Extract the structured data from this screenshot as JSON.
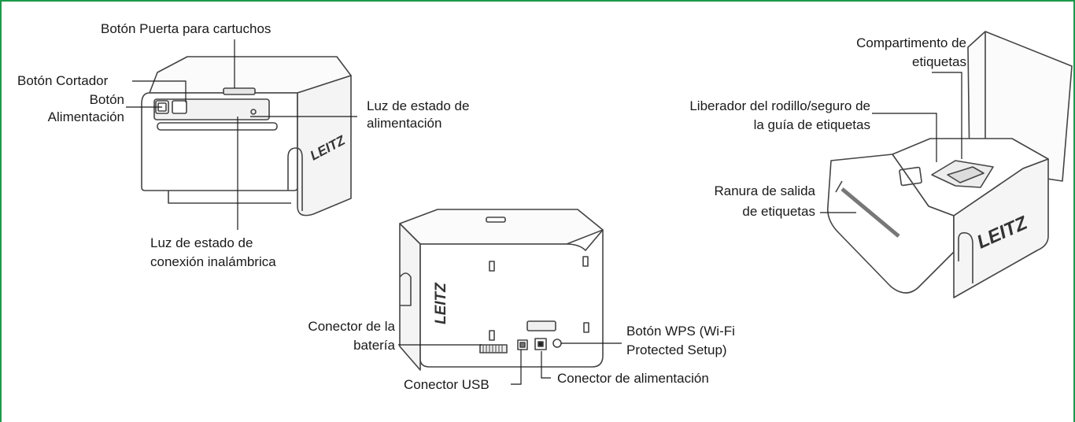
{
  "brand": "LEITZ",
  "colors": {
    "frame": "#1b9a4b",
    "stroke": "#444444"
  },
  "labels": {
    "cartridge_door": "Botón Puerta para cartuchos",
    "cutter": "Botón Cortador",
    "power_button_line1": "Botón",
    "power_button_line2": "Alimentación",
    "power_status_line1": "Luz de estado de",
    "power_status_line2": "alimentación",
    "wireless_status_line1": "Luz de estado de",
    "wireless_status_line2": "conexión inalámbrica",
    "battery_line1": "Conector de la",
    "battery_line2": "batería",
    "usb": "Conector USB",
    "power_connector": "Conector de alimentación",
    "wps_line1": "Botón WPS (Wi-Fi",
    "wps_line2": "Protected Setup)",
    "label_compartment_line1": "Compartimento de",
    "label_compartment_line2": "etiquetas",
    "roller_release_line1": "Liberador del rodillo/seguro de",
    "roller_release_line2": "la guía de etiquetas",
    "exit_slot_line1": "Ranura de salida",
    "exit_slot_line2": "de etiquetas"
  }
}
